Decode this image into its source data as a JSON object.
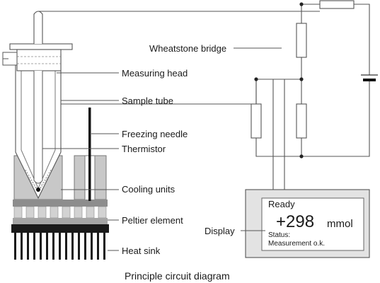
{
  "labels": {
    "wheatstone_bridge": "Wheatstone bridge",
    "measuring_head": "Measuring head",
    "sample_tube": "Sample tube",
    "freezing_needle": "Freezing needle",
    "thermistor": "Thermistor",
    "cooling_units": "Cooling units",
    "peltier_element": "Peltier element",
    "display": "Display",
    "heat_sink": "Heat sink"
  },
  "display_panel": {
    "status_top": "Ready",
    "value": "+298",
    "unit": "mmol",
    "status_label": "Status:",
    "status_text": "Measurement o.k."
  },
  "caption": "Principle circuit diagram",
  "colors": {
    "cooling_block": "#c8c8c8",
    "peltier": "#d2d2d2",
    "heat_sink": "#1a1a1a",
    "display_bg": "#e3e3e3"
  }
}
